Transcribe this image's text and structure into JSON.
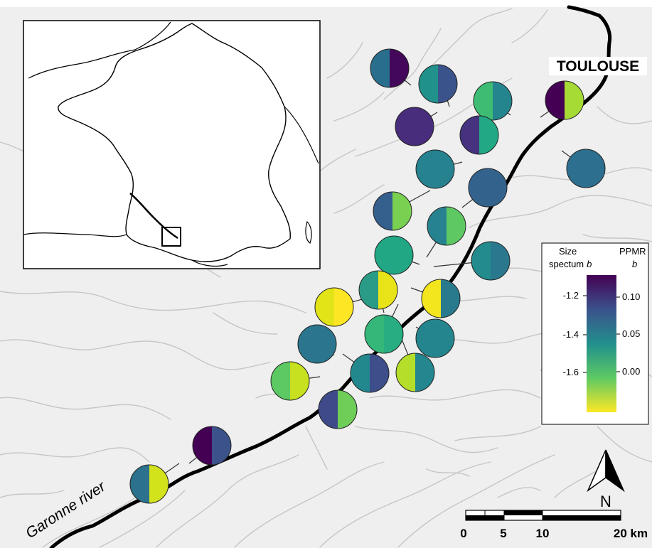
{
  "city_label": "TOULOUSE",
  "river_label": "Garonne river",
  "north_label": "N",
  "legend": {
    "left_title_line1": "Size",
    "left_title_line2": "spectum",
    "left_title_var": "b",
    "right_title_line1": "PPMR",
    "right_title_var": "b",
    "left_ticks": [
      "-1.2",
      "-1.4",
      "-1.6"
    ],
    "right_ticks": [
      "0.10",
      "0.05",
      "0.00"
    ],
    "gradient_colors": [
      "#440154",
      "#3b528b",
      "#21908d",
      "#5dc963",
      "#fde725"
    ]
  },
  "scale_bar": {
    "labels": [
      "0",
      "5",
      "10",
      "20 km"
    ]
  },
  "sites": [
    {
      "left": "#2a6e8e",
      "right": "#44085a"
    },
    {
      "left": "#21918c",
      "right": "#3a538b"
    },
    {
      "left": "#3fbc73",
      "right": "#25858e"
    },
    {
      "left": "#440154",
      "right": "#a6db35"
    },
    {
      "left": "#472d7b",
      "right": "#472d7b"
    },
    {
      "left": "#46327e",
      "right": "#22a884"
    },
    {
      "left": "#26828e",
      "right": "#26828e"
    },
    {
      "left": "#2d6f8e",
      "right": "#2d6f8e"
    },
    {
      "left": "#33638d",
      "right": "#33638d"
    },
    {
      "left": "#355f8d",
      "right": "#7ad151"
    },
    {
      "left": "#26828e",
      "right": "#5ec962"
    },
    {
      "left": "#22a785",
      "right": "#22a785"
    },
    {
      "left": "#238a8d",
      "right": "#2a788e"
    },
    {
      "left": "#2a9b86",
      "right": "#e8e419"
    },
    {
      "left": "#f4e61e",
      "right": "#2a7a8e"
    },
    {
      "left": "#e3e418",
      "right": "#fde725"
    },
    {
      "left": "#35b779",
      "right": "#27ad81"
    },
    {
      "left": "#25858e",
      "right": "#25858e"
    },
    {
      "left": "#2b768e",
      "right": "#2b768e"
    },
    {
      "left": "#23888e",
      "right": "#3d4e8a"
    },
    {
      "left": "#b5de2b",
      "right": "#24868e"
    },
    {
      "left": "#5dc963",
      "right": "#c7e020"
    },
    {
      "left": "#3f4a8a",
      "right": "#6ece58"
    },
    {
      "left": "#440154",
      "right": "#3b528b"
    },
    {
      "left": "#2c718e",
      "right": "#d2e21b"
    }
  ]
}
